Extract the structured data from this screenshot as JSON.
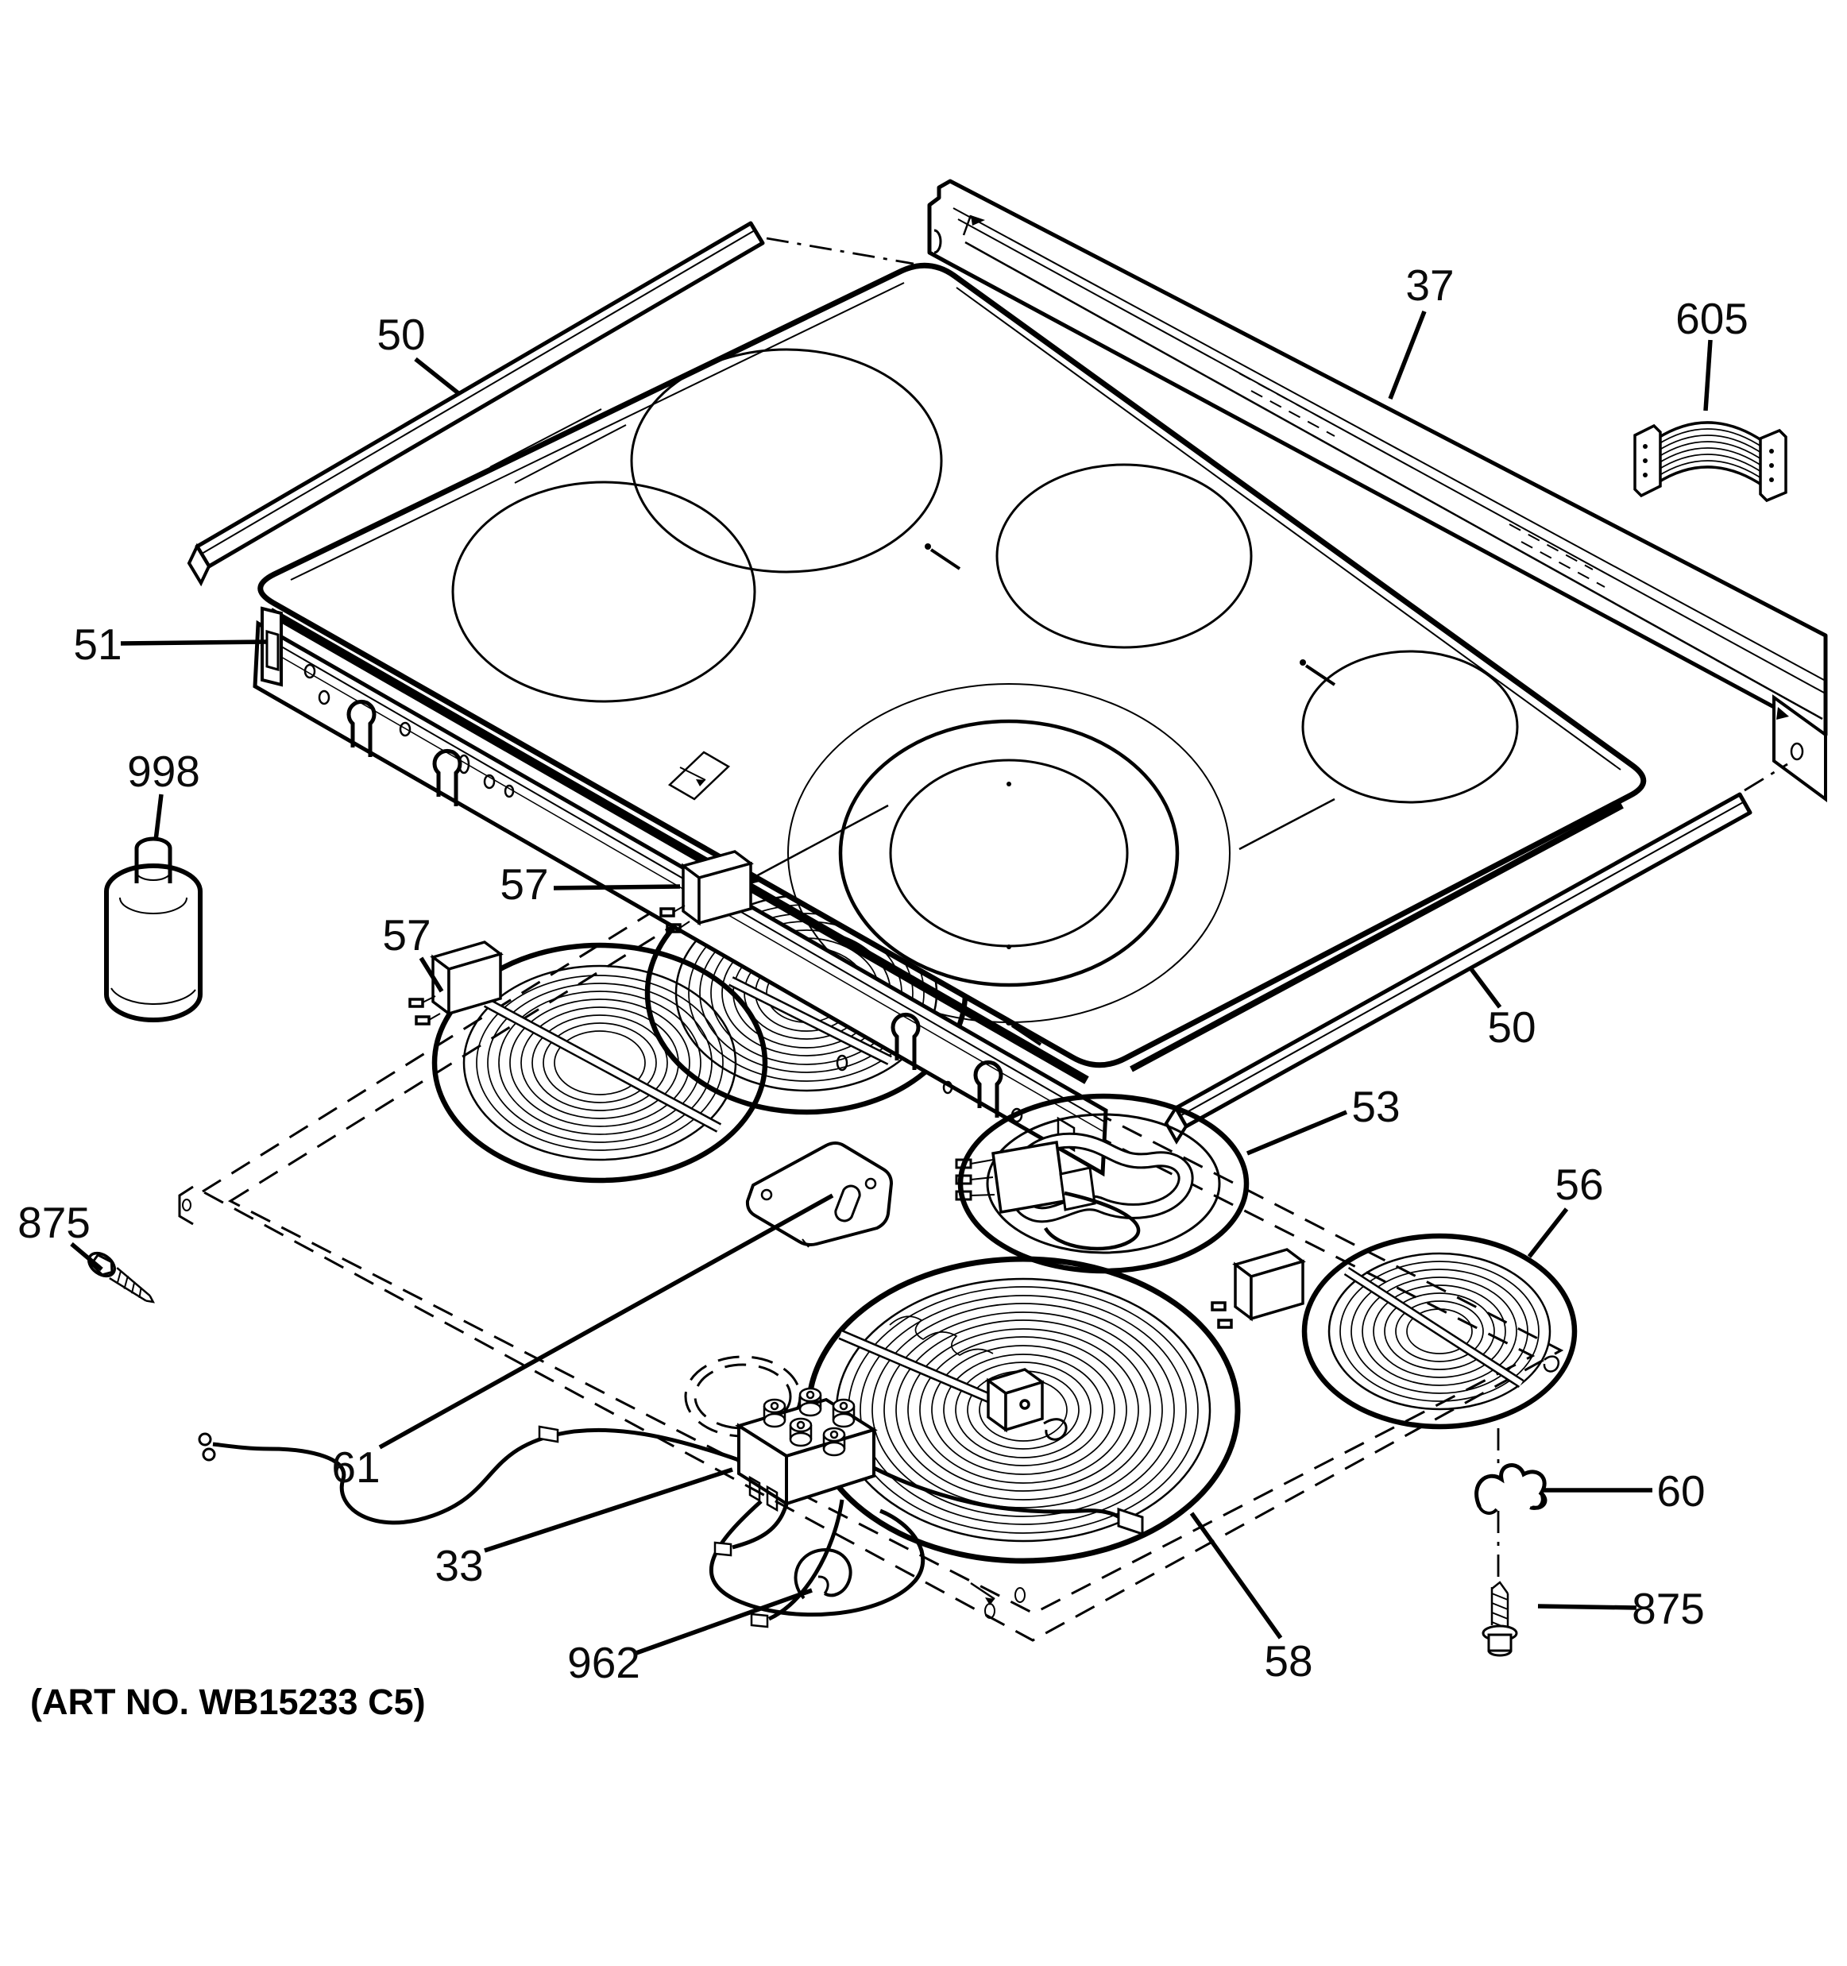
{
  "art_no": "(ART NO. WB15233 C5)",
  "line_color": "#000000",
  "background": "#ffffff",
  "callouts": [
    {
      "part": "50"
    },
    {
      "part": "37"
    },
    {
      "part": "605"
    },
    {
      "part": "51"
    },
    {
      "part": "998"
    },
    {
      "part": "57"
    },
    {
      "part": "57"
    },
    {
      "part": "50"
    },
    {
      "part": "53"
    },
    {
      "part": "56"
    },
    {
      "part": "875"
    },
    {
      "part": "61"
    },
    {
      "part": "60"
    },
    {
      "part": "875"
    },
    {
      "part": "33"
    },
    {
      "part": "962"
    },
    {
      "part": "58"
    }
  ]
}
